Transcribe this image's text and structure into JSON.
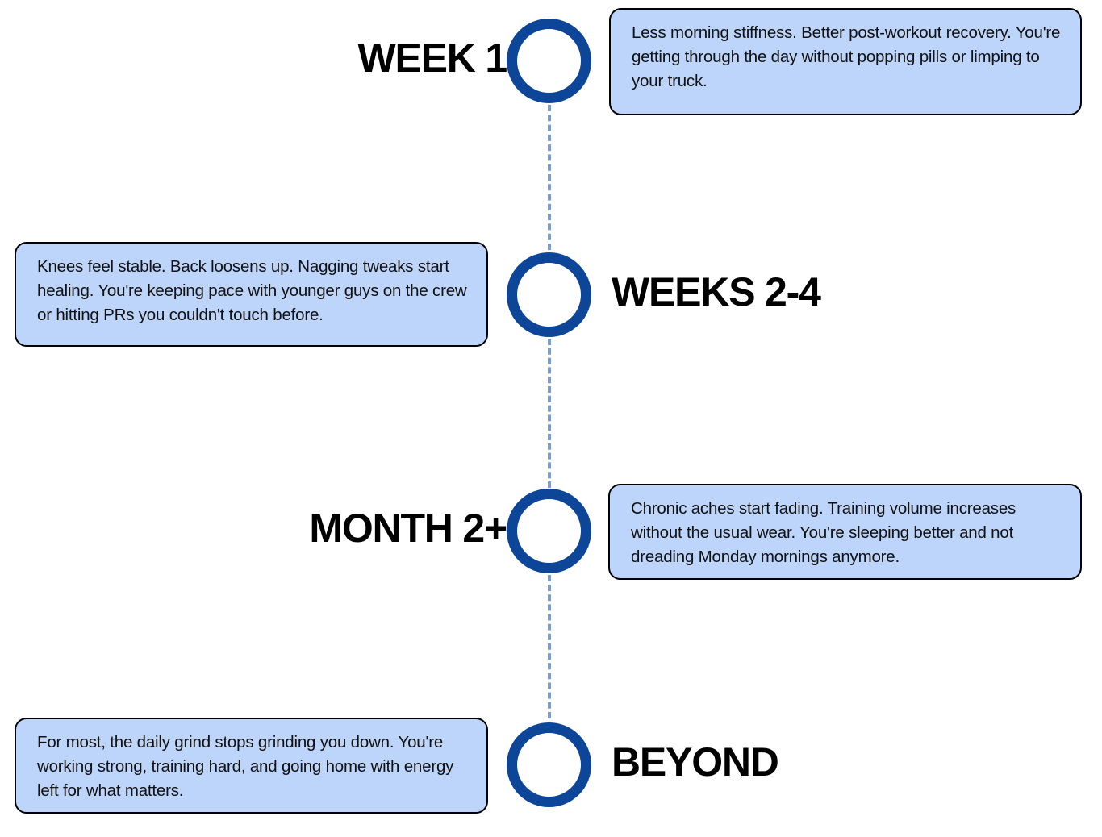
{
  "diagram": {
    "type": "vertical-timeline",
    "title": "",
    "accent_color": "#0d4699",
    "connector_color": "#7e9ccb",
    "callout_fill": "#bdd4fb",
    "callout_border": "#000000",
    "background": "#ffffff",
    "stages": [
      {
        "label": "WEEK 1",
        "label_side": "left",
        "callout_side": "right",
        "marker": "circle-outline",
        "text": "Less morning stiffness. Better post-workout recovery. You're getting through the day without popping pills or limping to your truck."
      },
      {
        "label": "WEEKS 2-4",
        "label_side": "right",
        "callout_side": "left",
        "marker": "circle-outline",
        "text": "Knees feel stable. Back loosens up. Nagging tweaks start healing. You're keeping pace with younger guys on the crew or hitting PRs you couldn't touch before."
      },
      {
        "label": "MONTH 2+",
        "label_side": "left",
        "callout_side": "right",
        "marker": "circle-outline",
        "text": "Chronic aches start fading. Training volume increases without the usual wear. You're sleeping better and not dreading Monday mornings anymore."
      },
      {
        "label": "BEYOND",
        "label_side": "right",
        "callout_side": "left",
        "marker": "circle-outline",
        "text": "For most, the daily grind stops grinding you down. You're working strong, training hard, and going home with energy left for what matters."
      }
    ]
  }
}
